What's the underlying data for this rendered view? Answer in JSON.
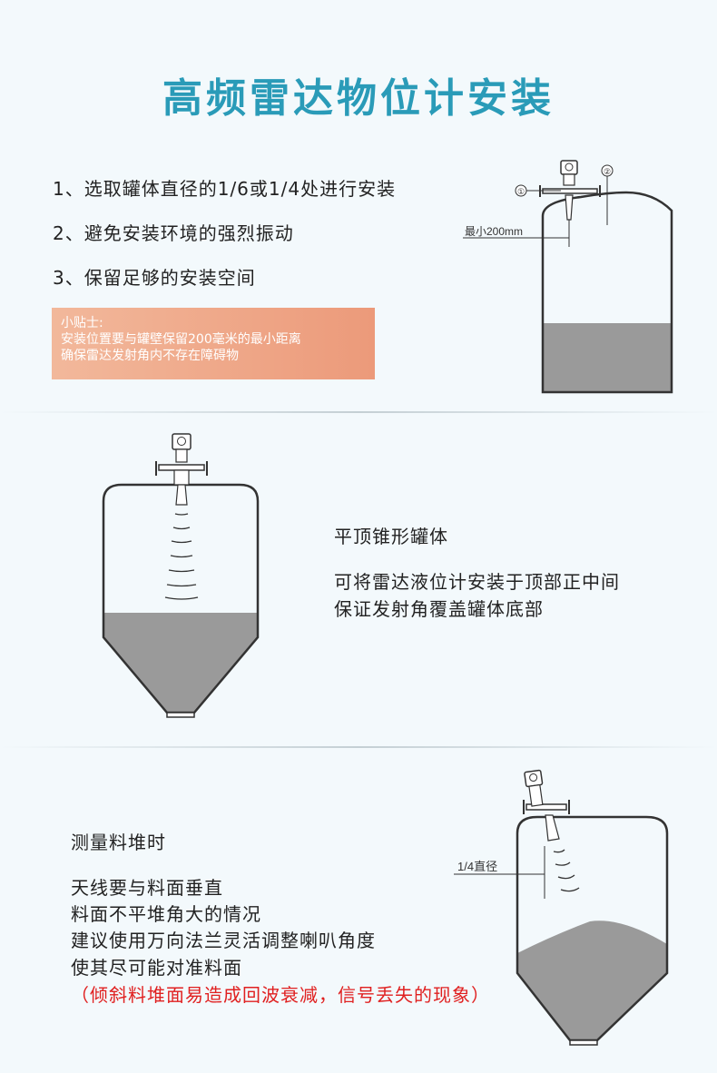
{
  "title": "高频雷达物位计安装",
  "section1": {
    "steps": [
      "1、选取罐体直径的1/6或1/4处进行安装",
      "2、避免安装环境的强烈振动",
      "3、保留足够的安装空间"
    ],
    "tip": {
      "heading": "小贴士:",
      "lines": [
        "安装位置要与罐壁保留200毫米的最小距离",
        "确保雷达发射角内不存在障碍物"
      ]
    },
    "diagram": {
      "marker1": "①",
      "marker2": "②",
      "distance_label": "最小200mm"
    }
  },
  "section2": {
    "heading": "平顶锥形罐体",
    "lines": [
      "可将雷达液位计安装于顶部正中间",
      "保证发射角覆盖罐体底部"
    ]
  },
  "section3": {
    "heading": "测量料堆时",
    "lines": [
      "天线要与料面垂直",
      "料面不平堆角大的情况",
      "建议使用万向法兰灵活调整喇叭角度",
      "使其尽可能对准料面"
    ],
    "warning": "（倾斜料堆面易造成回波衰减，信号丢失的现象）",
    "diagram": {
      "distance_label": "1/4直径"
    }
  },
  "colors": {
    "title": "#2a9bb8",
    "tip_start": "#f2b89b",
    "tip_end": "#ec9a7a",
    "warning": "#e02020"
  }
}
